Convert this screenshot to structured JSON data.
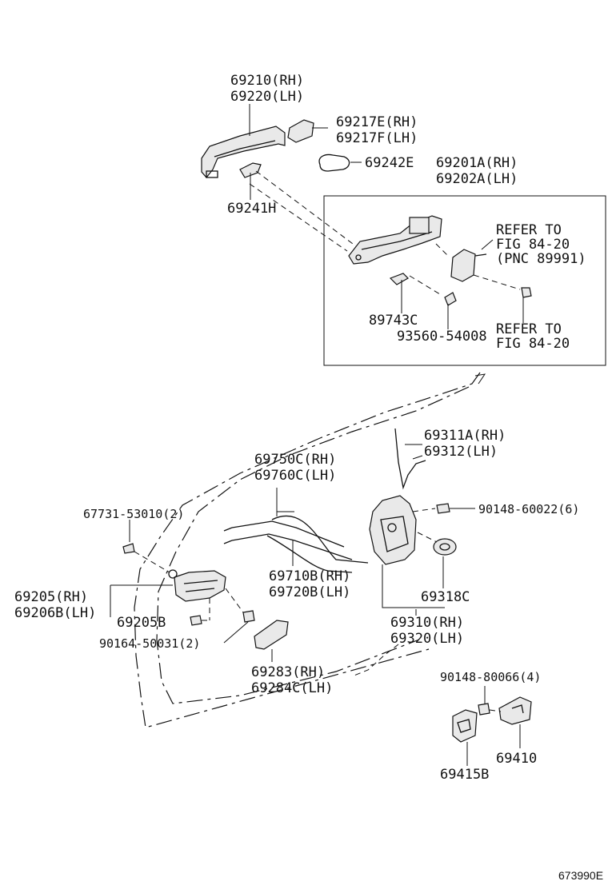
{
  "labels": {
    "p69210": "69210(RH)",
    "p69220": "69220(LH)",
    "p69217e": "69217E(RH)",
    "p69217f": "69217F(LH)",
    "p69242e": "69242E",
    "p69201a": "69201A(RH)",
    "p69202a": "69202A(LH)",
    "p69241h": "69241H",
    "refer1_a": "REFER TO",
    "refer1_b": "FIG 84-20",
    "refer1_c": "(PNC 89991)",
    "p89743c": "89743C",
    "p93560": "93560-54008",
    "refer2_a": "REFER TO",
    "refer2_b": "FIG 84-20",
    "p69311a": "69311A(RH)",
    "p69312": "69312(LH)",
    "p69750c": "69750C(RH)",
    "p69760c": "69760C(LH)",
    "p67731": "67731-53010(2)",
    "p90148a": "90148-60022(6)",
    "p69205": "69205(RH)",
    "p69206b": "69206B(LH)",
    "p69710b": "69710B(RH)",
    "p69720b": "69720B(LH)",
    "p69318c": "69318C",
    "p69205b": "69205B",
    "p69310": "69310(RH)",
    "p69320": "69320(LH)",
    "p90164": "90164-50031(2)",
    "p69283": "69283(RH)",
    "p69284c": "69284C(LH)",
    "p90148b": "90148-80066(4)",
    "p69410": "69410",
    "p69415b": "69415B",
    "figure_id": "673990E"
  }
}
